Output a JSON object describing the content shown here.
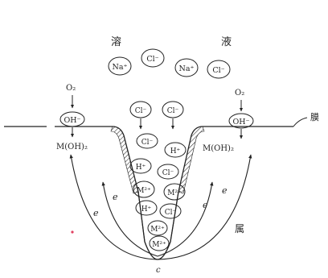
{
  "labels": {
    "solution_char_left": "溶",
    "solution_char_right": "液",
    "film_label": "膜",
    "metal_label": "属",
    "anode_label": "c",
    "electron_symbol": "e"
  },
  "ions": {
    "na": "Na⁺",
    "cl": "Cl⁻",
    "h": "H⁺",
    "m2": "M²⁺",
    "oh": "OH⁻",
    "o2": "O₂"
  },
  "products": {
    "hydroxide_left": "M(OH)₂",
    "hydroxide_right": "M(OH)₂"
  },
  "colors": {
    "line": "#222222",
    "paper": "#ffffff",
    "dot": "#e04060"
  }
}
